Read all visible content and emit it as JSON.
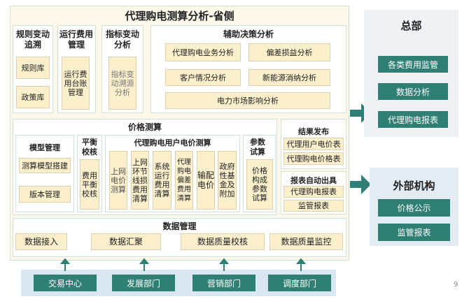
{
  "main": {
    "title": "代理购电测算分析-省侧",
    "top": [
      {
        "title": "规则变动追溯",
        "items": [
          "规则库",
          "政策库"
        ]
      },
      {
        "title": "运行费用管理",
        "items": [
          "运行费用台账管理"
        ]
      },
      {
        "title": "指标变动分析",
        "items": [
          "指标变动溯源分析"
        ]
      }
    ],
    "aux": {
      "title": "辅助决策分析",
      "items": [
        "代理购电业务分析",
        "偏差损益分析",
        "客户情况分析",
        "新能源消纳分析",
        "电力市场影响分析"
      ]
    },
    "price": {
      "title": "价格测算",
      "model": {
        "title": "模型管理",
        "items": [
          "测算模型搭建",
          "版本管理"
        ]
      },
      "balance": {
        "title": "平衡校核",
        "item": "费用平衡校核"
      },
      "user": {
        "title": "代理购电用户电价测算",
        "items": [
          "上网电价测算",
          "上网环节线损费用清算",
          "系统运行费用清算",
          "代理购电偏差费用清算",
          "输配电价",
          "政府性基金及附加"
        ]
      },
      "param": {
        "title": "参数试算",
        "item": "价格构成参数试算"
      }
    },
    "result": {
      "title": "结果发布",
      "items": [
        "代理用户电价表",
        "代理购电价格表"
      ]
    },
    "report": {
      "title": "报表自动出具",
      "items": [
        "代理购电报表",
        "监管报表"
      ]
    },
    "data": {
      "title": "数据管理",
      "items": [
        "数据接入",
        "数据汇聚",
        "数据质量校核",
        "数据质量监控"
      ]
    }
  },
  "sources": [
    "交易中心",
    "发展部门",
    "营销部门",
    "调度部门"
  ],
  "hq": {
    "title": "总部",
    "items": [
      "各类费用监管",
      "数据分析",
      "代理购电报表"
    ]
  },
  "ext": {
    "title": "外部机构",
    "items": [
      "价格公示",
      "监管报表"
    ]
  },
  "page_number": "9"
}
